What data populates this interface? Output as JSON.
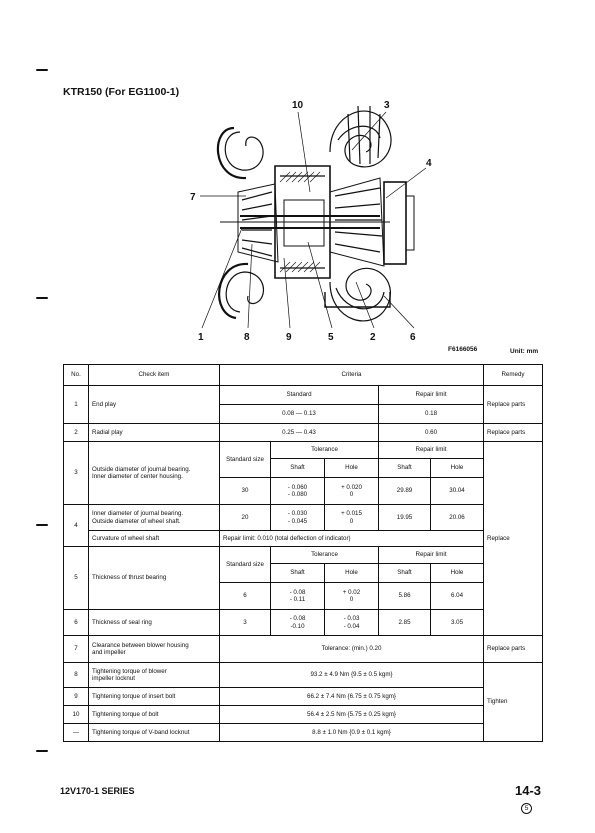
{
  "document": {
    "title": "KTR150 (For EG1100-1)",
    "figure_code": "F6166056",
    "unit": "Unit: mm",
    "series": "12V170-1 SERIES",
    "page_number": "14-3",
    "revision": "5"
  },
  "diagram": {
    "callouts": [
      "10",
      "3",
      "4",
      "7",
      "1",
      "8",
      "9",
      "5",
      "2",
      "6"
    ]
  },
  "table": {
    "headers": {
      "no": "No.",
      "check_item": "Check item",
      "criteria": "Criteria",
      "remedy": "Remedy"
    },
    "sub": {
      "standard": "Standard",
      "repair_limit": "Repair limit",
      "tolerance": "Tolerance",
      "standard_size": "Standard size",
      "shaft": "Shaft",
      "hole": "Hole"
    },
    "rows": {
      "r1": {
        "no": "1",
        "item": "End play",
        "standard": "0.08 — 0.13",
        "limit": "0.18",
        "remedy": "Replace parts"
      },
      "r2": {
        "no": "2",
        "item": "Radial play",
        "standard": "0.25 — 0.43",
        "limit": "0.60",
        "remedy": "Replace parts"
      },
      "r3": {
        "no": "3",
        "item1": "Outside diameter of journal bearing.",
        "item2": "Inner diameter of center housing.",
        "size": "30",
        "tol_shaft_1": "- 0.060",
        "tol_shaft_2": "- 0.080",
        "tol_hole_1": "+ 0.020",
        "tol_hole_2": "0",
        "lim_shaft": "29.89",
        "lim_hole": "30.04"
      },
      "r4": {
        "no": "4",
        "item1": "Inner diameter of journal bearing.",
        "item2": "Outside diameter of wheel shaft.",
        "size": "20",
        "tol_shaft_1": "- 0.030",
        "tol_shaft_2": "- 0.045",
        "tol_hole_1": "+ 0.015",
        "tol_hole_2": "0",
        "lim_shaft": "19.95",
        "lim_hole": "20.06",
        "item_b": "Curvature of wheel shaft",
        "criteria_b": "Repair limit: 0.010 (total deflection of indicator)"
      },
      "replace": "Replace",
      "r5": {
        "no": "5",
        "item": "Thickness of thrust bearing",
        "size": "6",
        "tol_shaft_1": "- 0.08",
        "tol_shaft_2": "- 0.11",
        "tol_hole_1": "+ 0.02",
        "tol_hole_2": "0",
        "lim_shaft": "5.86",
        "lim_hole": "6.04"
      },
      "r6": {
        "no": "6",
        "item": "Thickness of seal ring",
        "size": "3",
        "tol_shaft_1": "- 0.08",
        "tol_shaft_2": "-0.10",
        "tol_hole_1": "- 0.03",
        "tol_hole_2": "- 0.04",
        "lim_shaft": "2.85",
        "lim_hole": "3.05"
      },
      "r7": {
        "no": "7",
        "item1": "Clearance between blower housing",
        "item2": "and impeller",
        "criteria": "Tolerance: (min.) 0.20",
        "remedy": "Replace parts"
      },
      "r8": {
        "no": "8",
        "item1": "Tightening torque of blower",
        "item2": "impeller locknut",
        "criteria": "93.2 ± 4.9 Nm {9.5 ± 0.5 kgm}"
      },
      "r9": {
        "no": "9",
        "item": "Tightening torque of insert bolt",
        "criteria": "66.2 ± 7.4 Nm {6.75 ± 0.75 kgm}",
        "remedy": "Tighten"
      },
      "r10": {
        "no": "10",
        "item": "Tightening torque of bolt",
        "criteria": "56.4 ± 2.5 Nm {5.75 ± 0.25 kgm}"
      },
      "r11": {
        "no": "—",
        "item": "Tightening torque of V-band locknut",
        "criteria": "8.8 ± 1.0 Nm {0.9 ± 0.1 kgm}"
      }
    }
  }
}
